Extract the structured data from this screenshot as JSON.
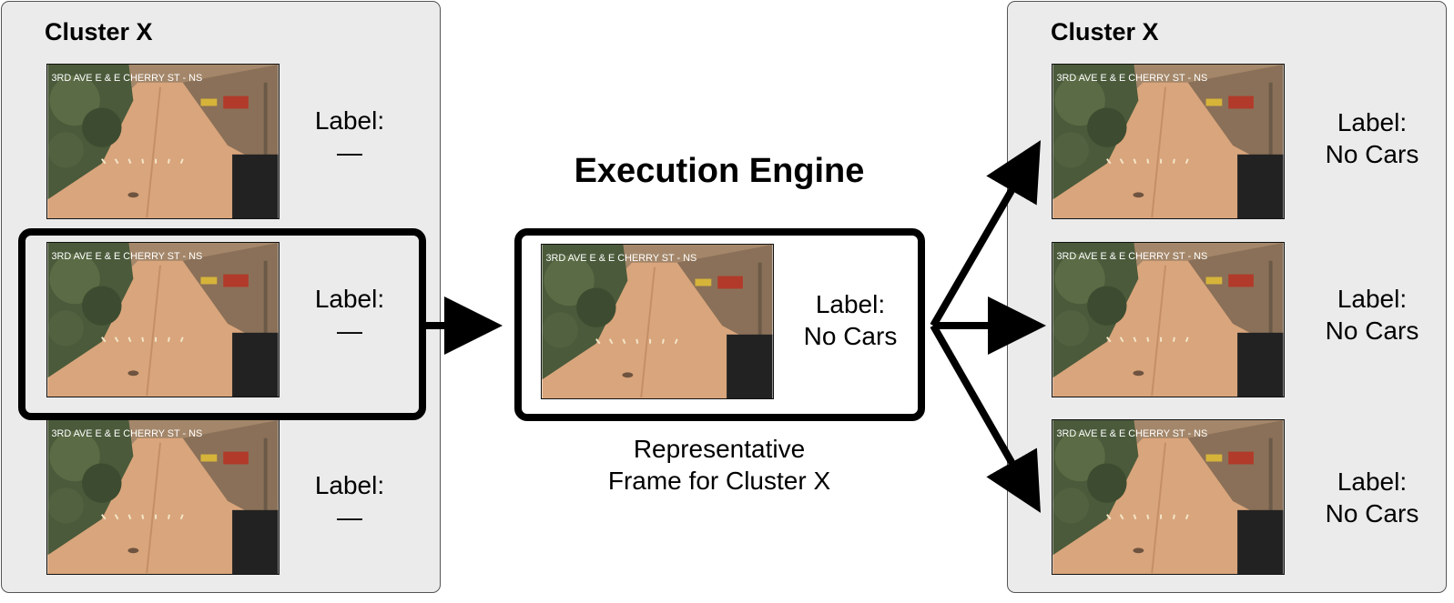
{
  "left_cluster": {
    "title": "Cluster X",
    "frames": [
      {
        "caption": "3RD AVE E & E CHERRY ST - NS",
        "label_key": "Label:",
        "label_value": "—"
      },
      {
        "caption": "3RD AVE E & E CHERRY ST - NS",
        "label_key": "Label:",
        "label_value": "—"
      },
      {
        "caption": "3RD AVE E & E CHERRY ST - NS",
        "label_key": "Label:",
        "label_value": "—"
      }
    ]
  },
  "engine": {
    "title": "Execution Engine",
    "frame_caption": "3RD AVE E & E CHERRY ST - NS",
    "label_key": "Label:",
    "label_value": "No Cars",
    "caption_line1": "Representative",
    "caption_line2": "Frame for Cluster X"
  },
  "right_cluster": {
    "title": "Cluster X",
    "frames": [
      {
        "caption": "3RD AVE E & E CHERRY ST - NS",
        "label_key": "Label:",
        "label_value": "No Cars"
      },
      {
        "caption": "3RD AVE E & E CHERRY ST - NS",
        "label_key": "Label:",
        "label_value": "No Cars"
      },
      {
        "caption": "3RD AVE E & E CHERRY ST - NS",
        "label_key": "Label:",
        "label_value": "No Cars"
      }
    ]
  },
  "colors": {
    "panel_background": "#ebebeb",
    "arrow": "#000000",
    "road": "#d9a57c",
    "sky": "#c9aa86",
    "trees": "#4a5a3a"
  }
}
